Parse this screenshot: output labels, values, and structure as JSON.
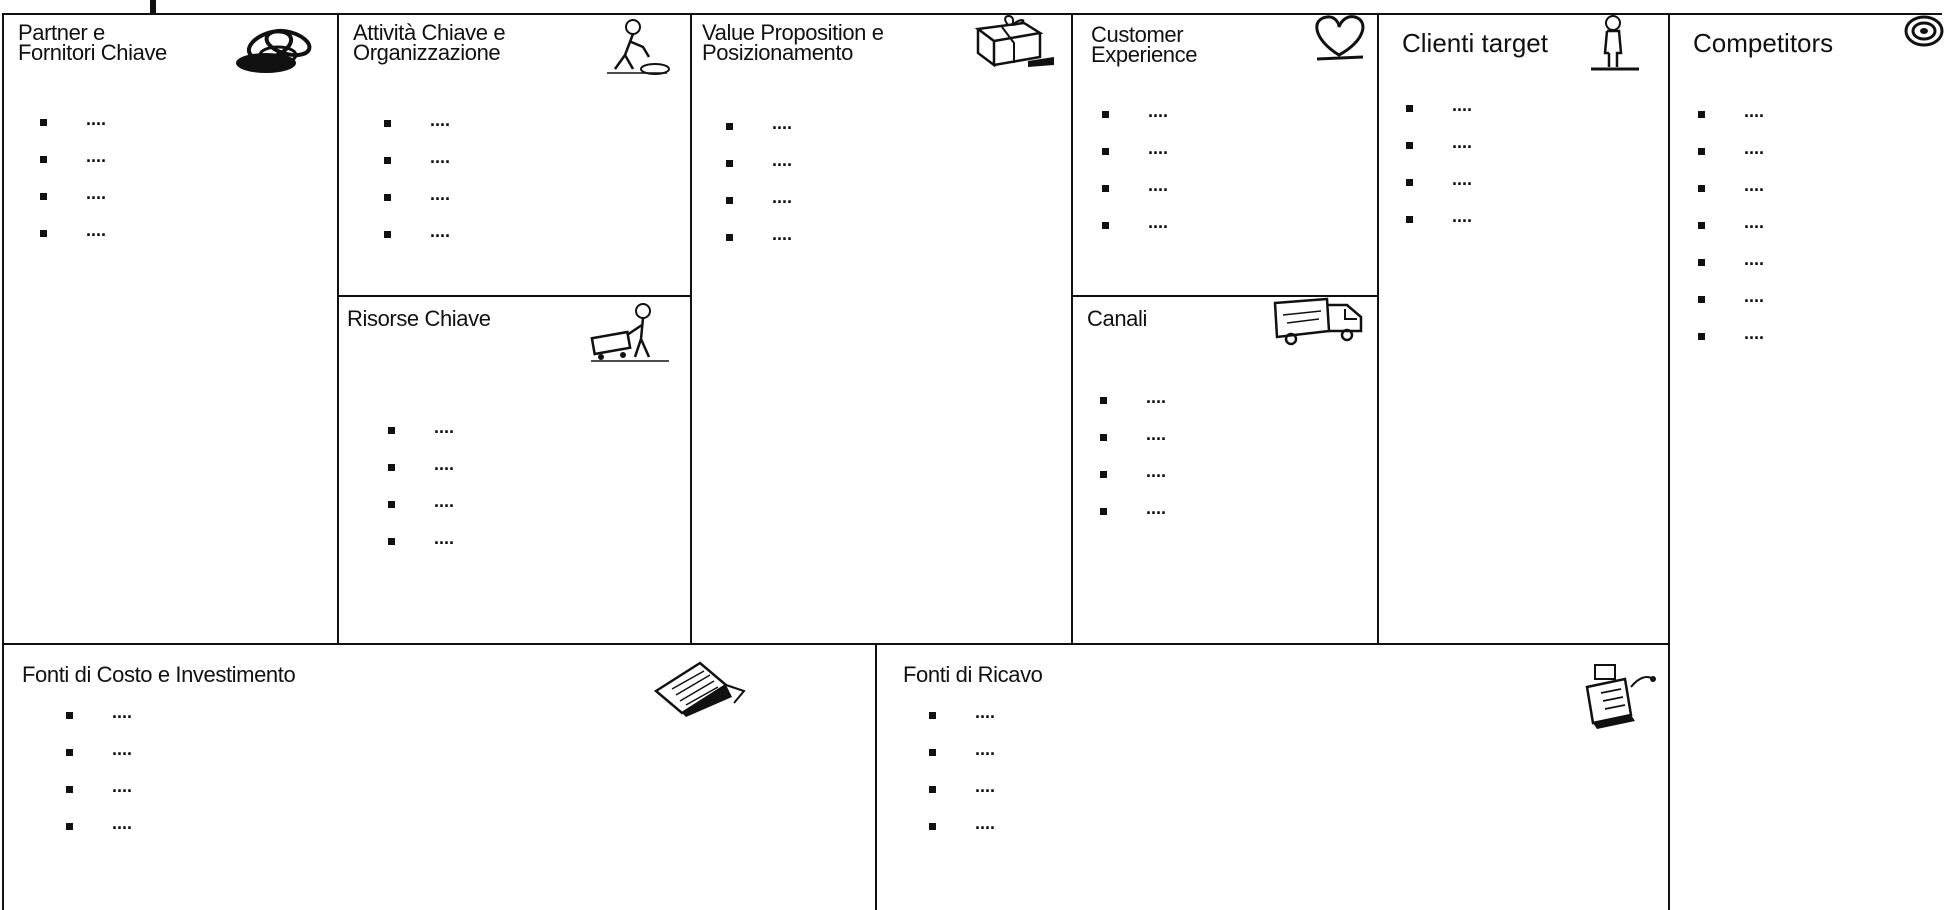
{
  "canvas": {
    "partners": {
      "title_line1": "Partner e",
      "title_line2": "Fornitori Chiave",
      "icon": "chain-links-icon",
      "items": [
        "....",
        "....",
        "....",
        "...."
      ]
    },
    "activities": {
      "title_line1": "Attività Chiave e",
      "title_line2": "Organizzazione",
      "icon": "worker-icon",
      "items": [
        "....",
        "....",
        "....",
        "...."
      ]
    },
    "resources": {
      "title": "Risorse Chiave",
      "icon": "person-with-cart-icon",
      "items": [
        "....",
        "....",
        "....",
        "...."
      ]
    },
    "value": {
      "title_line1": "Value Proposition e",
      "title_line2": "Posizionamento",
      "icon": "gift-box-icon",
      "items": [
        "....",
        "....",
        "....",
        "...."
      ]
    },
    "experience": {
      "title_line1": "Customer",
      "title_line2": "Experience",
      "icon": "heart-icon",
      "items": [
        "....",
        "....",
        "....",
        "...."
      ]
    },
    "channels": {
      "title": "Canali",
      "icon": "truck-icon",
      "items": [
        "....",
        "....",
        "....",
        "...."
      ]
    },
    "clients": {
      "title": "Clienti target",
      "icon": "person-icon",
      "items": [
        "....",
        "....",
        "....",
        "...."
      ]
    },
    "competitors": {
      "title": "Competitors",
      "icon": "target-icon",
      "items": [
        "....",
        "....",
        "....",
        "....",
        "....",
        "....",
        "...."
      ]
    },
    "costs": {
      "title": "Fonti di Costo e Investimento",
      "icon": "documents-icon",
      "items": [
        "....",
        "....",
        "....",
        "...."
      ]
    },
    "revenue": {
      "title": "Fonti di Ricavo",
      "icon": "cash-register-icon",
      "items": [
        "....",
        "....",
        "....",
        "...."
      ]
    }
  }
}
